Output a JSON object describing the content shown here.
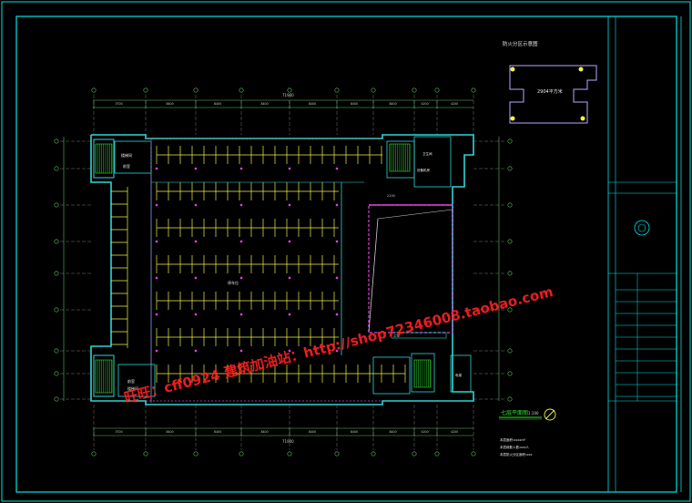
{
  "drawing": {
    "title": "七层平面图",
    "scale": "1:100",
    "notes": [
      "本层面积:xxxxm²",
      "本层疏散人数:xxx人",
      "本层防火分区面积:xxx"
    ],
    "inset_title": "防火分区示意图",
    "inset_label": "2904平方米",
    "room_labels": [
      "楼梯间",
      "前室",
      "前室",
      "楼梯间",
      "停车位",
      "设备机房",
      "卫生间",
      "电梯"
    ],
    "court_label": "上空",
    "court_dim": "2100",
    "overall_dim": "71900",
    "col_dims": [
      "3700",
      "8400",
      "8400",
      "8400",
      "8400",
      "8400",
      "8400",
      "4200",
      "4200",
      "3700"
    ]
  },
  "watermark": {
    "line1": "旺旺：cff0924  建筑加油站：http://shop72346008.taobao.com"
  },
  "colors": {
    "frame": "#00e5e5",
    "wall": "#2fd6d6",
    "grid": "#9a9a9a",
    "parking": "#f2f24a",
    "magenta": "#e040e0",
    "green": "#30e030",
    "dim": "#5ec45e",
    "watermark": "#ff2020"
  }
}
